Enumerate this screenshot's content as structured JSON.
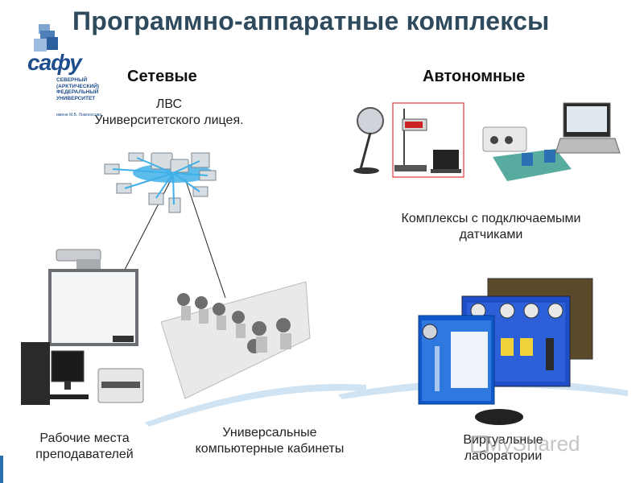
{
  "slide": {
    "title": "Программно-аппаратные комплексы",
    "network_heading": "Сетевые",
    "autonomous_heading": "Автономные",
    "lan_caption": "ЛВС\nУниверситетского лицея.",
    "sensor_caption": "Комплексы с подключаемыми\nдатчиками",
    "teacher_caption": "Рабочие места\nпреподавателей",
    "classroom_caption": "Универсальные\nкомпьютерные кабинеты",
    "virtual_caption": "Виртуальные\nлаборатории"
  },
  "logo": {
    "word": "сафу",
    "university_lines": [
      "СЕВЕРНЫЙ",
      "(АРКТИЧЕСКИЙ)",
      "ФЕДЕРАЛЬНЫЙ",
      "УНИВЕРСИТЕТ"
    ],
    "name_line": "имени М.В. Ломоносова"
  },
  "watermark": {
    "text": "MyShared"
  },
  "colors": {
    "title": "#2e4a5c",
    "logo": "#1f4e8c",
    "accent": "#2a6fb0",
    "swoosh": "#cfe3f3"
  }
}
